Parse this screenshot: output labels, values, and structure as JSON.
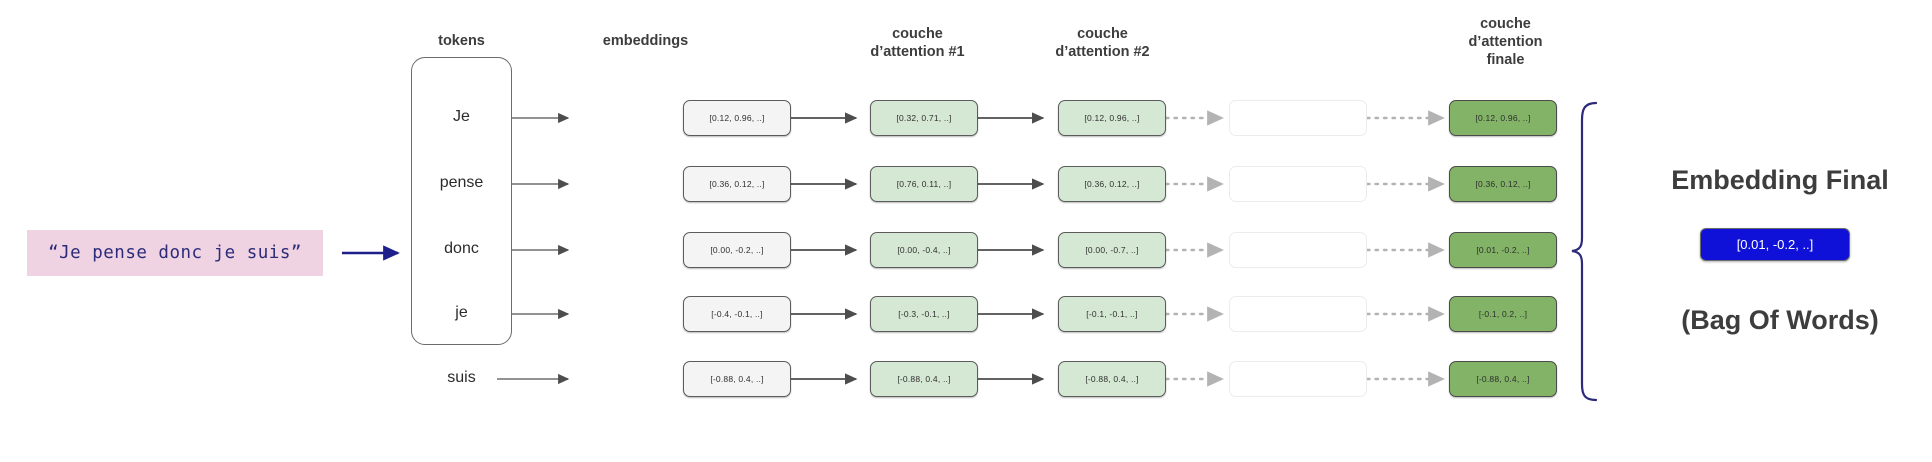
{
  "input": {
    "phrase": "“Je pense donc je suis”",
    "bg_color": "#f0d3e2",
    "text_color": "#2b2b7a"
  },
  "columns": {
    "tokens_header": "tokens",
    "embeddings_header": "embeddings",
    "attention1_header": "couche\nd’attention #1",
    "attention2_header": "couche\nd’attention #2",
    "attention_final_header": "couche\nd’attention\nfinale"
  },
  "tokens": [
    "Je",
    "pense",
    "donc",
    "je",
    "suis"
  ],
  "embeddings": [
    "[0.12, 0.96, ..]",
    "[0.36, 0.12, ..]",
    "[0.00, -0.2, ..]",
    "[-0.4, -0.1, ..]",
    "[-0.88, 0.4, ..]"
  ],
  "attention1": [
    "[0.32, 0.71, ..]",
    "[0.76, 0.11, ..]",
    "[0.00, -0.4, ..]",
    "[-0.3, -0.1, ..]",
    "[-0.88, 0.4, ..]"
  ],
  "attention2": [
    "[0.12, 0.96, ..]",
    "[0.36, 0.12, ..]",
    "[0.00, -0.7, ..]",
    "[-0.1, -0.1, ..]",
    "[-0.88, 0.4, ..]"
  ],
  "hidden": [
    "",
    "",
    "",
    "",
    ""
  ],
  "attention_final": [
    "[0.12, 0.96, ..]",
    "[0.36, 0.12, ..]",
    "[0.01, -0.2, ..]",
    "[-0.1, 0.2, ..]",
    "[-0.88, 0.4, ..]"
  ],
  "result": {
    "title": "Embedding Final",
    "vector": "[0.01, -0.2, ..]",
    "subtitle": "(Bag Of Words)",
    "vector_bg": "#0f11d8",
    "brace_color": "#2b2b7a"
  },
  "palette": {
    "embedding_box": "#f4f4f4",
    "attention_box": "#d5e8d4",
    "final_box": "#82b366",
    "border": "#5c5c5c",
    "arrow": "#4d4d4d",
    "dotted_arrow": "#b3b3b3"
  }
}
